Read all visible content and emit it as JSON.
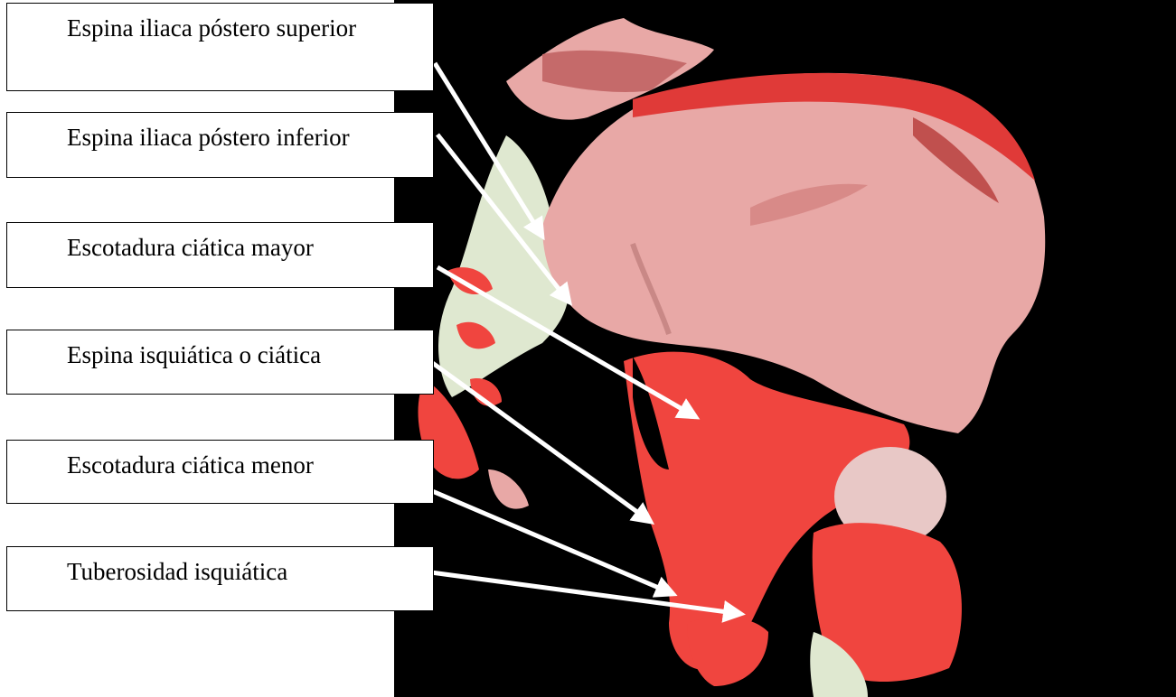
{
  "labels": [
    "Espina iliaca póstero superior",
    "Espina iliaca póstero inferior",
    "Escotadura ciática mayor",
    "Espina isquiática o ciática",
    "Escotadura ciática menor",
    "Tuberosidad isquiática"
  ],
  "colors": {
    "background": "#000000",
    "bone_pink": "#e8a8a6",
    "bone_red": "#f0453f",
    "bone_pale": "#dfe8d0",
    "arrow": "#ffffff"
  }
}
